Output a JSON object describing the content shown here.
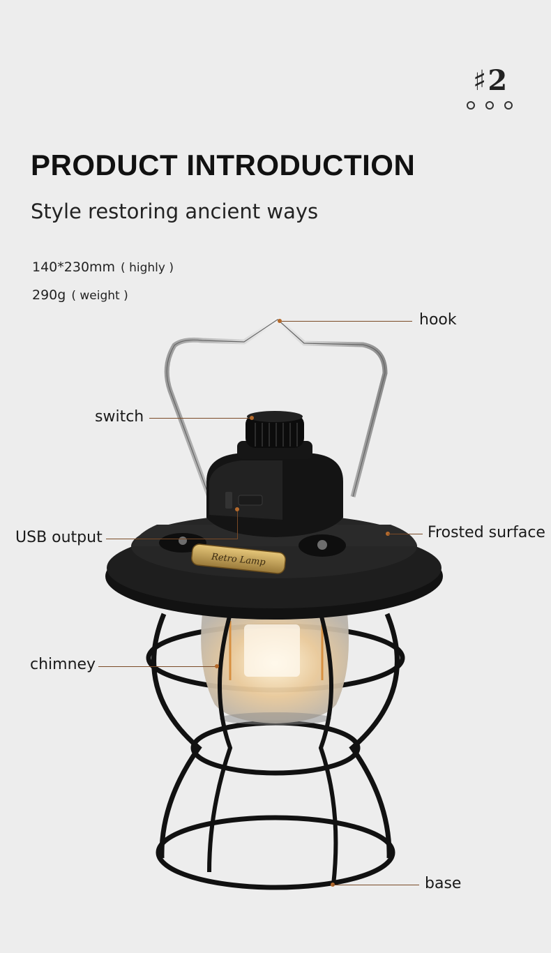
{
  "badge": {
    "number": "♯2"
  },
  "header": {
    "title": "PRODUCT INTRODUCTION",
    "subtitle": "Style restoring ancient ways"
  },
  "specs": [
    {
      "value": "140*230mm",
      "note": "( highly )"
    },
    {
      "value": "290g",
      "note": "( weight )"
    }
  ],
  "product": {
    "plate_text": "Retro Lamp"
  },
  "callouts": {
    "hook": "hook",
    "switch": "switch",
    "usb": "USB output",
    "frosted": "Frosted surface",
    "chimney": "chimney",
    "base": "base"
  },
  "colors": {
    "background": "#ededed",
    "leader": "#7a4a26",
    "pin": "#b56a2c"
  }
}
